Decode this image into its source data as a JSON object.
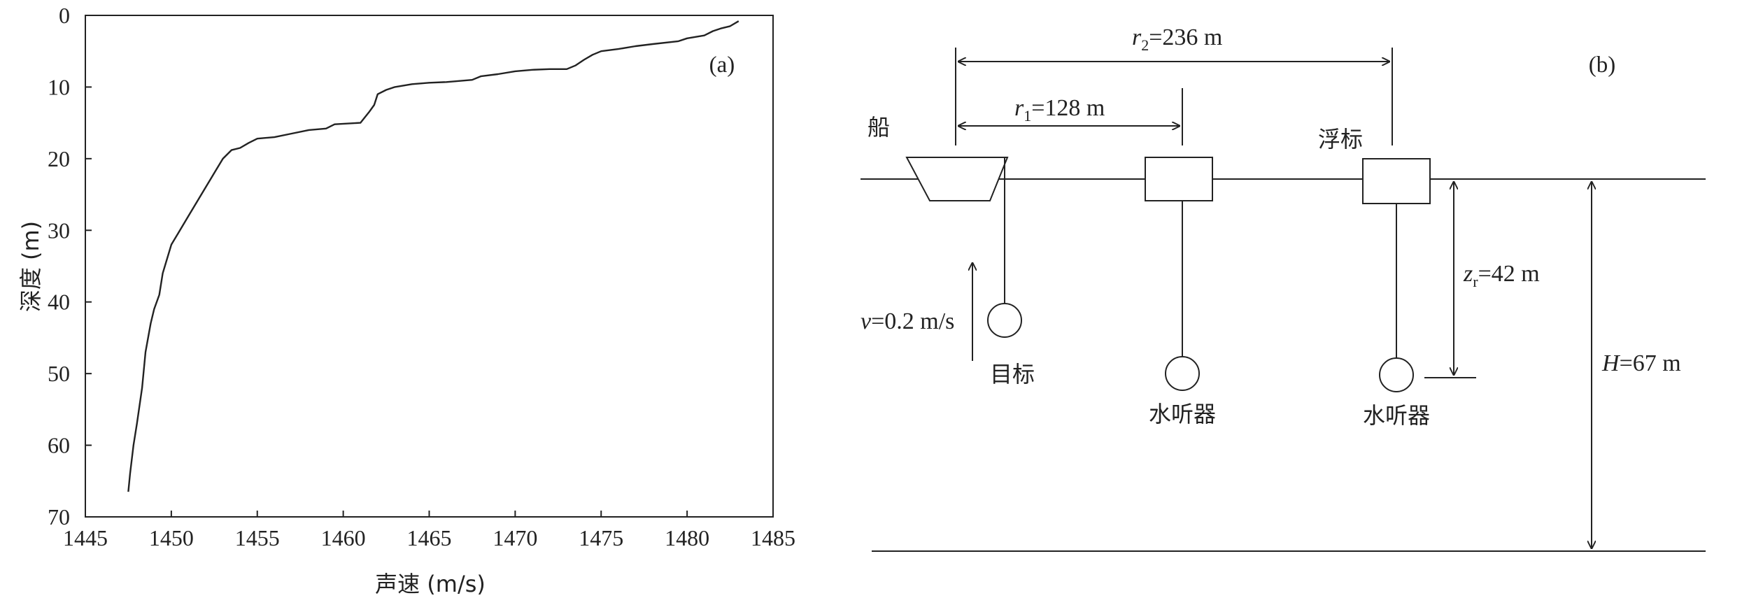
{
  "chart_data": {
    "type": "line",
    "panel_label": "(a)",
    "xlabel": "声速 (m/s)",
    "ylabel": "深度 (m)",
    "xlim": [
      1445,
      1485
    ],
    "ylim": [
      70,
      0
    ],
    "y_inverted": true,
    "xticks": [
      1445,
      1450,
      1455,
      1460,
      1465,
      1470,
      1475,
      1480,
      1485
    ],
    "yticks": [
      0,
      10,
      20,
      30,
      40,
      50,
      60,
      70
    ],
    "grid": false,
    "series": [
      {
        "x": [
          1483.0,
          1482.5,
          1482.0,
          1481.5,
          1481.0,
          1480.0,
          1479.5,
          1478.0,
          1477.0,
          1476.0,
          1475.0,
          1474.5,
          1474.0,
          1473.5,
          1473.0,
          1472.0,
          1471.0,
          1470.0,
          1469.0,
          1468.0,
          1467.5,
          1466.0,
          1465.0,
          1464.0,
          1463.0,
          1462.5,
          1462.0,
          1461.8,
          1461.5,
          1461.0,
          1459.5,
          1459.0,
          1458.0,
          1457.0,
          1456.0,
          1455.0,
          1454.5,
          1454.0,
          1453.5,
          1453.0,
          1452.5,
          1452.0,
          1451.5,
          1451.0,
          1450.5,
          1450.0,
          1449.5,
          1449.3,
          1449.0,
          1448.8,
          1448.5,
          1448.3,
          1448.0,
          1447.8,
          1447.6,
          1447.5
        ],
        "y": [
          0.8,
          1.5,
          1.8,
          2.2,
          2.8,
          3.2,
          3.6,
          4.0,
          4.3,
          4.7,
          5.0,
          5.5,
          6.2,
          7.0,
          7.5,
          7.5,
          7.6,
          7.8,
          8.2,
          8.5,
          9.0,
          9.3,
          9.4,
          9.6,
          10.0,
          10.4,
          11.0,
          12.5,
          13.5,
          15.0,
          15.2,
          15.8,
          16.0,
          16.5,
          17.0,
          17.2,
          17.8,
          18.5,
          18.8,
          20.0,
          22.0,
          24.0,
          26.0,
          28.0,
          30.0,
          32.0,
          36.0,
          39.0,
          41.0,
          43.0,
          47.0,
          52.0,
          57.0,
          60.0,
          64.0,
          66.5
        ]
      }
    ]
  },
  "diagram": {
    "panel_label": "(b)",
    "r2_var": "r",
    "r2_sub": "2",
    "r2_val": "=236 m",
    "r1_var": "r",
    "r1_sub": "1",
    "r1_val": "=128 m",
    "ship_label": "船",
    "buoy_label": "浮标",
    "target_label": "目标",
    "hydrophone1_label": "水听器",
    "hydrophone2_label": "水听器",
    "velocity_var": "v",
    "velocity_val": "=0.2 m/s",
    "zr_var": "z",
    "zr_sub": "r",
    "zr_val": "=42 m",
    "depth_var": "H",
    "depth_val": "=67 m"
  }
}
